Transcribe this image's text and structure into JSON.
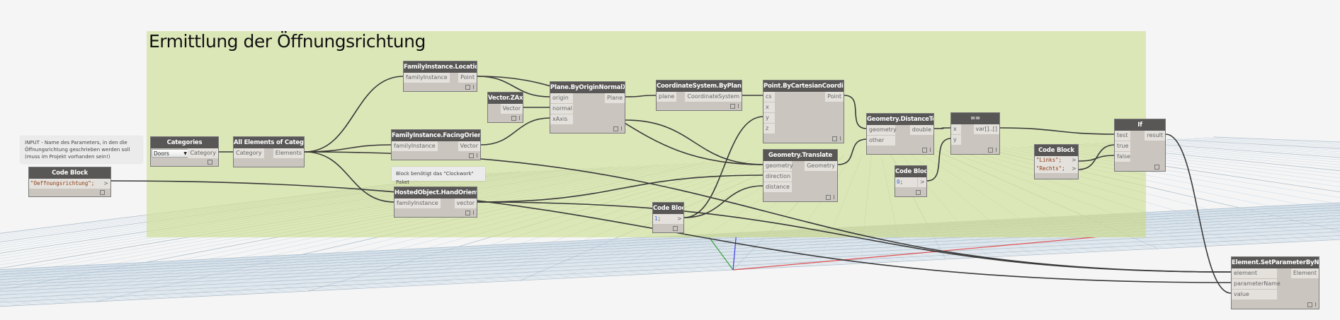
{
  "group": {
    "title": "Ermittlung der Öffnungsrichtung",
    "color": "#dce7b8"
  },
  "notes": {
    "input_note": [
      "INPUT - Name des Parameters, in den die",
      "Öffnungsrichtung geschrieben werden soll",
      "(muss im Projekt vorhanden sein!)"
    ],
    "clockwork_note": "Block benötigt das \"Clockwork\" Paket"
  },
  "nodes": {
    "code_param": {
      "title": "Code Block",
      "code": "\"Oeffnungsrichtung\";",
      "out": ">"
    },
    "categories": {
      "title": "Categories",
      "selected": "Doors",
      "out": "Category"
    },
    "all_elements": {
      "title": "All Elements of Category",
      "in": [
        "Category"
      ],
      "out": "Elements"
    },
    "fi_location": {
      "title": "FamilyInstance.Location",
      "in": [
        "familyInstance"
      ],
      "out": "Point"
    },
    "vector_zaxis": {
      "title": "Vector.ZAxis",
      "out": "Vector"
    },
    "plane_origin": {
      "title": "Plane.ByOriginNormalXAxis",
      "in": [
        "origin",
        "normal",
        "xAxis"
      ],
      "out": "Plane"
    },
    "fi_facing": {
      "title": "FamilyInstance.FacingOrientation",
      "in": [
        "familyInstance"
      ],
      "out": "Vector"
    },
    "hand_orientation": {
      "title": "HostedObject.HandOrientation",
      "in": [
        "familyInstance"
      ],
      "out": "vector"
    },
    "cs_byplane": {
      "title": "CoordinateSystem.ByPlane",
      "in": [
        "plane"
      ],
      "out": "CoordinateSystem"
    },
    "point_cartesian": {
      "title": "Point.ByCartesianCoordinates",
      "in": [
        "cs",
        "x",
        "y",
        "z"
      ],
      "out": "Point"
    },
    "geom_translate": {
      "title": "Geometry.Translate",
      "in": [
        "geometry",
        "direction",
        "distance"
      ],
      "out": "Geometry"
    },
    "code_one": {
      "title": "Code Block",
      "code_num": "1",
      "code_rest": ";",
      "out": ">"
    },
    "geom_distance": {
      "title": "Geometry.DistanceTo",
      "in": [
        "geometry",
        "other"
      ],
      "out": "double"
    },
    "code_zero": {
      "title": "Code Block",
      "code_num": "0",
      "code_rest": ";",
      "out": ">"
    },
    "equals": {
      "title": "==",
      "in": [
        "x",
        "y"
      ],
      "out": "var[]..[]"
    },
    "code_strings": {
      "title": "Code Block",
      "lines": [
        "\"Links\";",
        "\"Rechts\";"
      ],
      "out": ">"
    },
    "if_node": {
      "title": "If",
      "in": [
        "test",
        "true",
        "false"
      ],
      "out": "result"
    },
    "set_param": {
      "title": "Element.SetParameterByName",
      "in": [
        "element",
        "parameterName",
        "value"
      ],
      "out": "Element"
    }
  },
  "colors": {
    "header": "#595756",
    "body": "#cac5be",
    "wire": "#3a3a3a",
    "axis_x": "#e05050",
    "axis_y": "#3aa03a",
    "axis_z": "#3a3ae0"
  }
}
